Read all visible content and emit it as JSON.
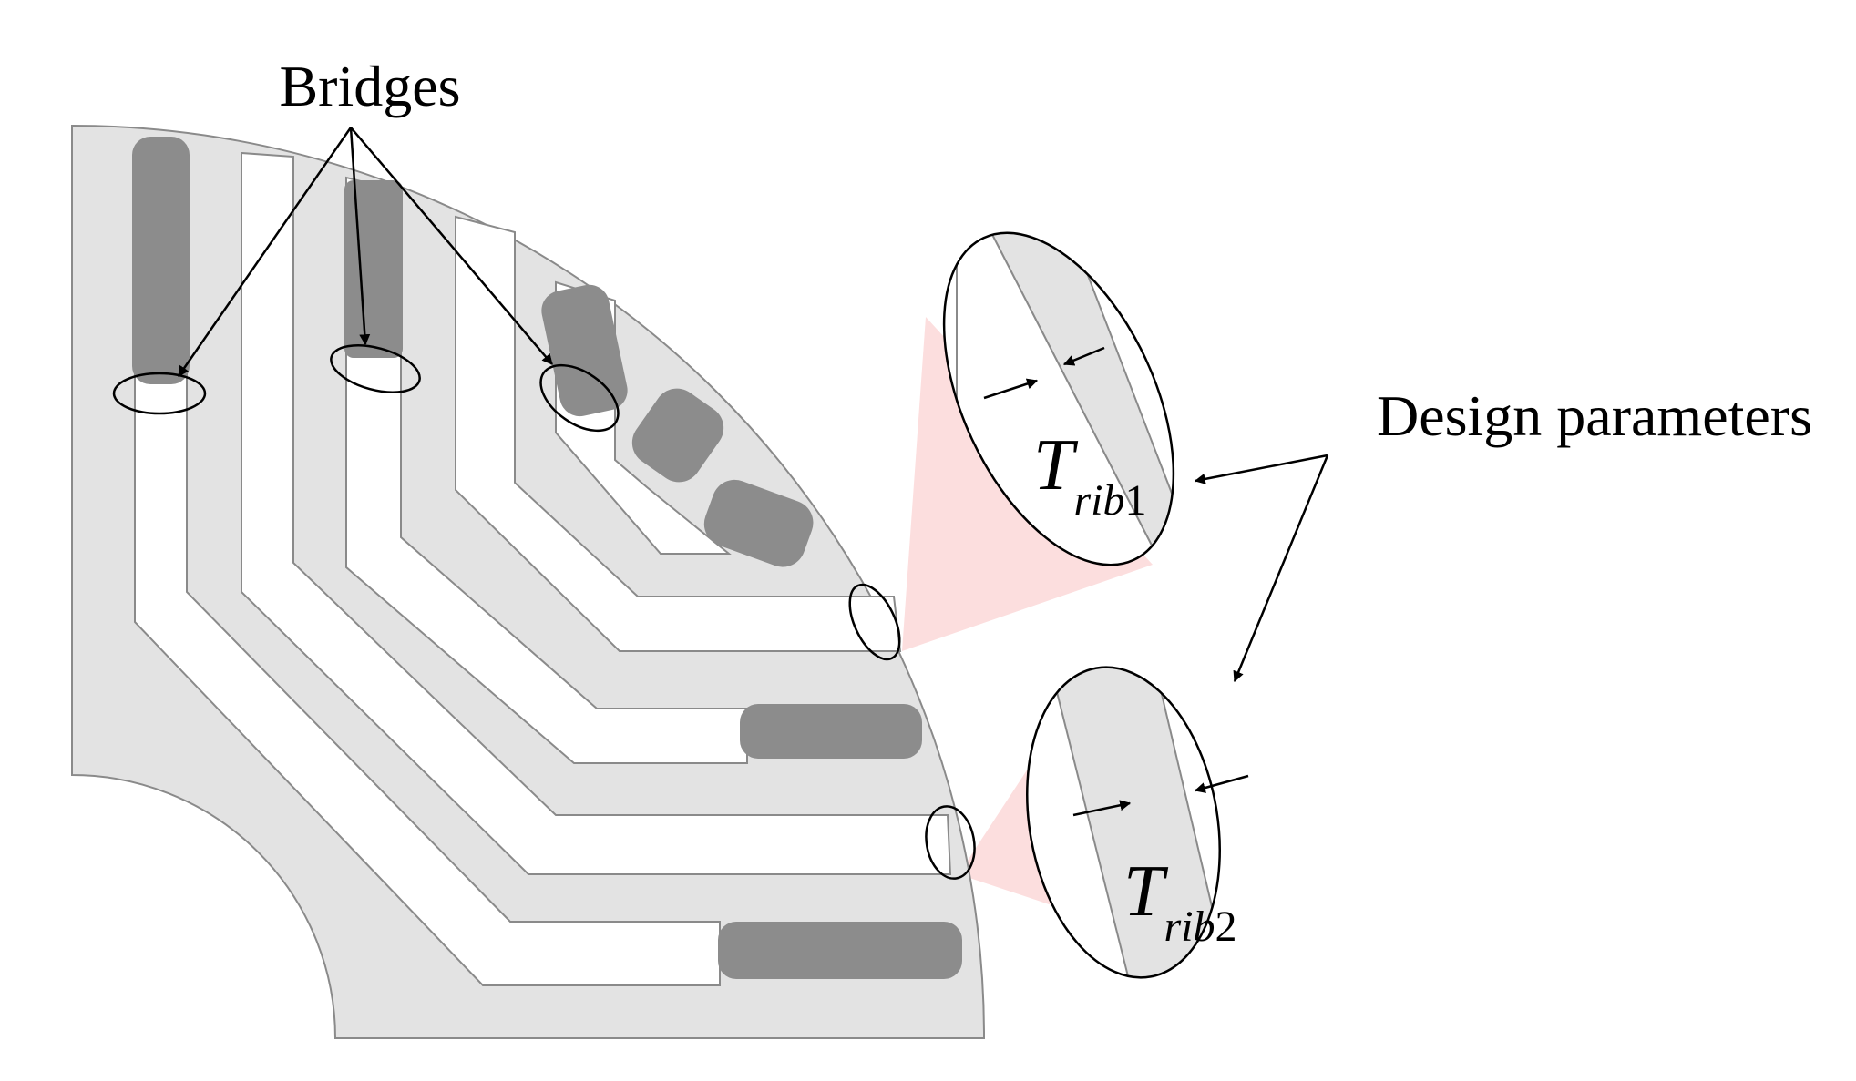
{
  "labels": {
    "bridges": "Bridges",
    "design_parameters": "Design parameters",
    "t_rib1": {
      "main": "T",
      "sub": "rib",
      "num": "1"
    },
    "t_rib2": {
      "main": "T",
      "sub": "rib",
      "num": "2"
    }
  },
  "colors": {
    "lamination": "#e3e3e3",
    "outline": "#8a8a8a",
    "magnet": "#8c8c8c",
    "barrier": "#ffffff",
    "magnifier_cone": "#fcdede",
    "ink": "#000000"
  }
}
